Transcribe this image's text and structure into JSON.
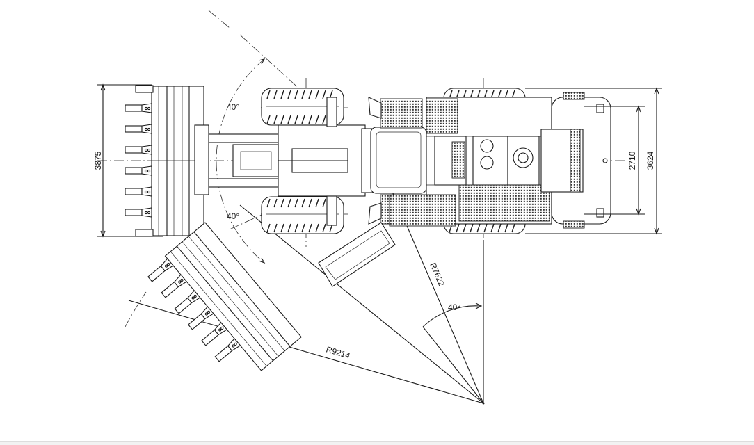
{
  "dimensions": {
    "bucket_width": "3875",
    "track_width": "2710",
    "overall_width": "3624",
    "turning_radius_inner": "R7622",
    "turning_radius_outer": "R9214",
    "angle_upper": "40°",
    "angle_lower": "40°",
    "angle_center": "40°"
  }
}
